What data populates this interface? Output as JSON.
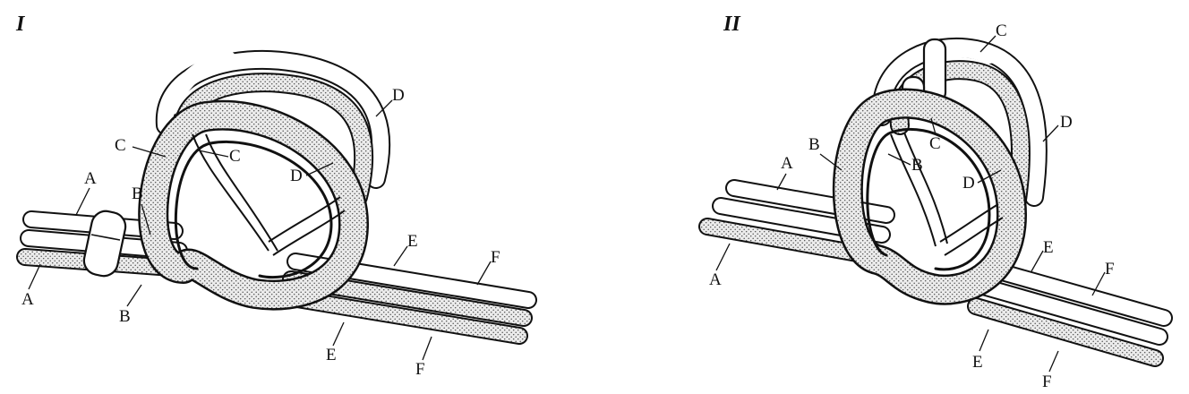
{
  "figures": [
    {
      "id": "I",
      "numeral": "I",
      "labels": {
        "A_top": "A",
        "A_bot": "A",
        "B_top": "B",
        "B_bot": "B",
        "C_out": "C",
        "C_in": "C",
        "D_out": "D",
        "D_in": "D",
        "E_top": "E",
        "E_bot": "E",
        "F_top": "F",
        "F_bot": "F"
      }
    },
    {
      "id": "II",
      "numeral": "II",
      "labels": {
        "A_top": "A",
        "A_bot": "A",
        "B_out": "B",
        "B_in": "B",
        "C_out": "C",
        "C_in": "C",
        "D_out": "D",
        "D_in": "D",
        "E_top": "E",
        "E_bot": "E",
        "F_top": "F",
        "F_bot": "F"
      }
    }
  ],
  "colors": {
    "line": "#111111",
    "rope_plain": "#ffffff",
    "rope_stippled": "#e6e6e6",
    "stipple_dot": "#555555"
  }
}
